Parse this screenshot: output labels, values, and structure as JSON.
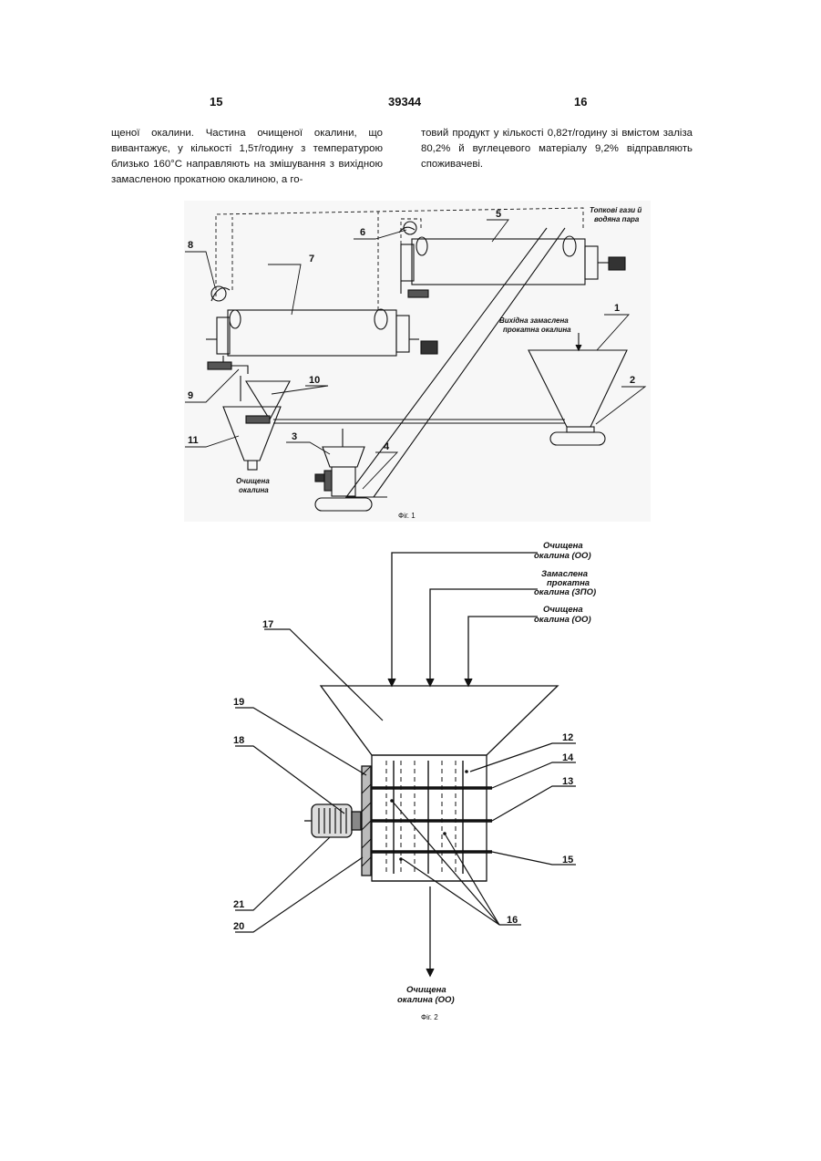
{
  "header": {
    "page_left": "15",
    "doc_number": "39344",
    "page_right": "16"
  },
  "text": {
    "left_column": "щеної окалини. Частина очищеної окалини, що вивантажує, у кількості 1,5т/годину з температурою близько 160°С направляють на змішування з вихідною замасленою прокатною окалиною, а го-",
    "right_column": "товий продукт у кількості 0,82т/годину зі вмістом заліза 80,2% й вуглецевого матеріалу 9,2% відправляють споживачеві."
  },
  "fig1": {
    "caption": "Фіг. 1",
    "labels": [
      "1",
      "2",
      "3",
      "4",
      "5",
      "6",
      "7",
      "8",
      "9",
      "10",
      "11"
    ],
    "annot_gases_l1": "Топкові гази й",
    "annot_gases_l2": "водяна пара",
    "annot_input_l1": "Вихідна замаслена",
    "annot_input_l2": "прокатна окалина",
    "annot_output_l1": "Очищена",
    "annot_output_l2": "окалина"
  },
  "fig2": {
    "caption": "Фіг. 2",
    "labels": [
      "12",
      "13",
      "14",
      "15",
      "16",
      "17",
      "18",
      "19",
      "20",
      "21"
    ],
    "in1_l1": "Очищена",
    "in1_l2": "окалина (ОО)",
    "in2_l1": "Замаслена",
    "in2_l2": "прокатна",
    "in2_l3": "окалина (ЗПО)",
    "in3_l1": "Очищена",
    "in3_l2": "окалина (ОО)",
    "out_l1": "Очищена",
    "out_l2": "окалина (ОО)"
  }
}
